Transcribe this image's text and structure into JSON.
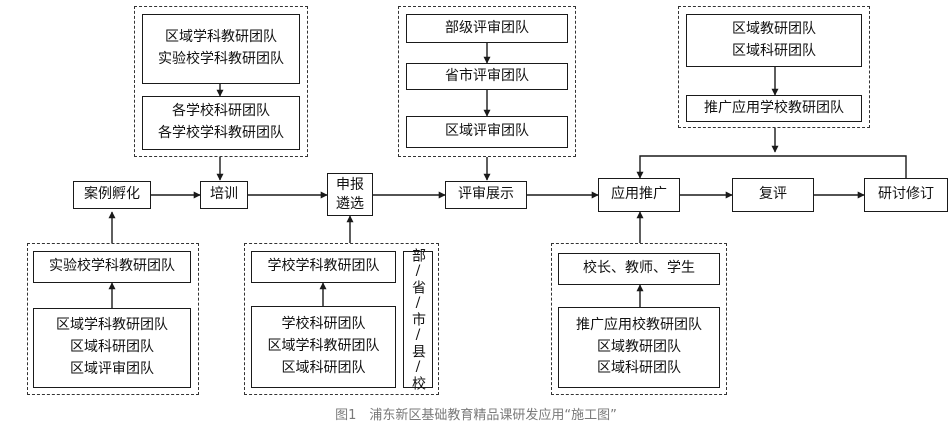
{
  "nodes": {
    "anli": "案例孵化",
    "peixun": "培训",
    "shenbao": [
      "申报",
      "遴选"
    ],
    "pingshen": "评审展示",
    "yingyong": "应用推广",
    "fuping": "复评",
    "yantao": "研讨修订",
    "g1_top": [
      "区域学科教研团队",
      "实验校学科教研团队"
    ],
    "g1_bottom": [
      "各学校科研团队",
      "各学校学科教研团队"
    ],
    "g2_a": "部级评审团队",
    "g2_b": "省市评审团队",
    "g2_c": "区域评审团队",
    "g3_top": [
      "区域教研团队",
      "区域科研团队"
    ],
    "g3_bottom": "推广应用学校教研团队",
    "g4_top": "实验校学科教研团队",
    "g4_bottom": [
      "区域学科教研团队",
      "区域科研团队",
      "区域评审团队"
    ],
    "g5_top": "学校学科教研团队",
    "g5_bottom": [
      "学校科研团队",
      "区域学科教研团队",
      "区域科研团队"
    ],
    "g5_side": "部/省/市/县/校",
    "g6_top": "校长、教师、学生",
    "g6_bottom": [
      "推广应用校教研团队",
      "区域教研团队",
      "区域科研团队"
    ]
  },
  "caption": "图1　浦东新区基础教育精品课研发应用“施工图”"
}
